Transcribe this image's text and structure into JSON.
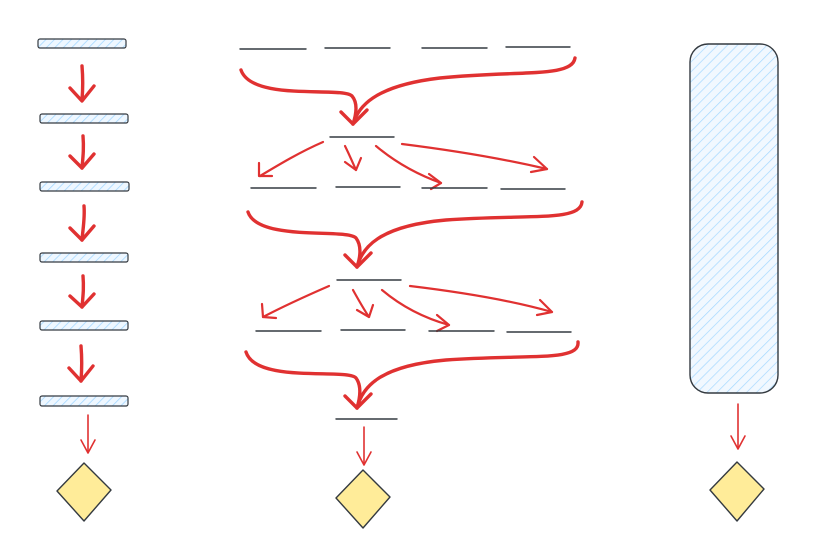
{
  "colors": {
    "background": "#ffffff",
    "arrow": "#e03131",
    "bar_fill": "#d0ebff",
    "bar_stroke": "#343a40",
    "decision_fill": "#ffec99",
    "decision_stroke": "#343a40",
    "line": "#343a40"
  },
  "diagram": {
    "left_column": {
      "bar_count": 6,
      "decision_count": 1
    },
    "middle_column": {
      "stages": 2,
      "parallel_branches_per_stage": 4,
      "decision_count": 1
    },
    "right_column": {
      "tall_block_count": 1,
      "decision_count": 1
    }
  }
}
